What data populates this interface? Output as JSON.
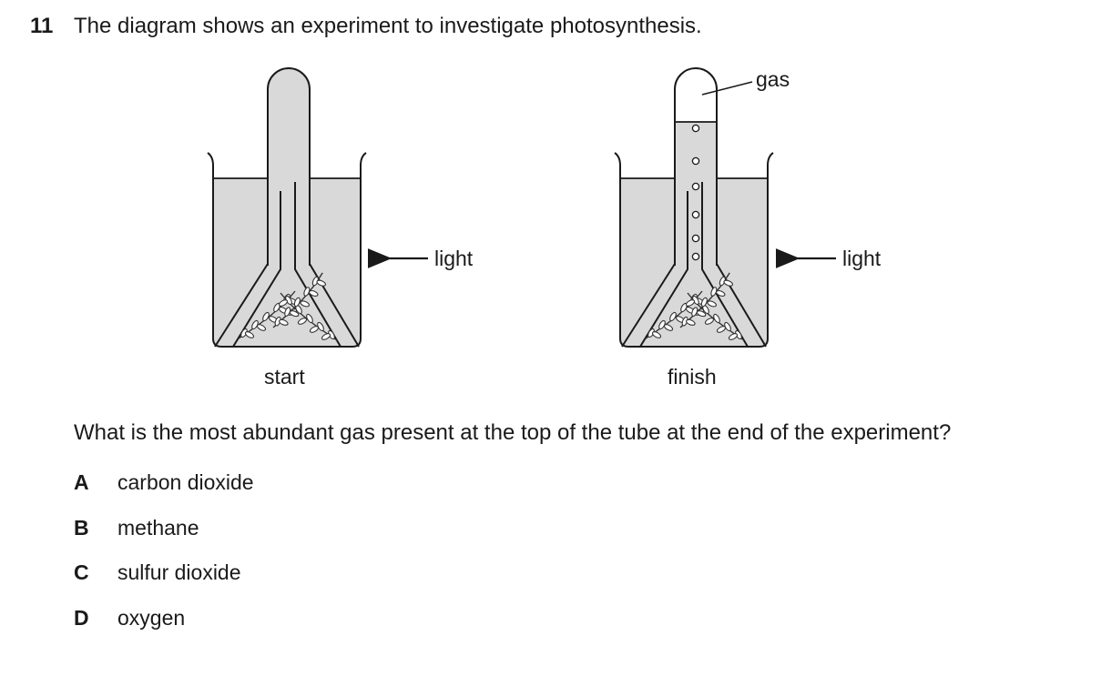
{
  "question": {
    "number": "11",
    "intro": "The diagram shows an experiment to investigate photosynthesis.",
    "prompt": "What is the most abundant gas present at the top of the tube at the end of the experiment?"
  },
  "diagram": {
    "start_caption": "start",
    "finish_caption": "finish",
    "light_label_start": "light",
    "light_label_finish": "light",
    "gas_label": "gas"
  },
  "options": [
    {
      "letter": "A",
      "text": "carbon dioxide"
    },
    {
      "letter": "B",
      "text": "methane"
    },
    {
      "letter": "C",
      "text": "sulfur dioxide"
    },
    {
      "letter": "D",
      "text": "oxygen"
    }
  ]
}
